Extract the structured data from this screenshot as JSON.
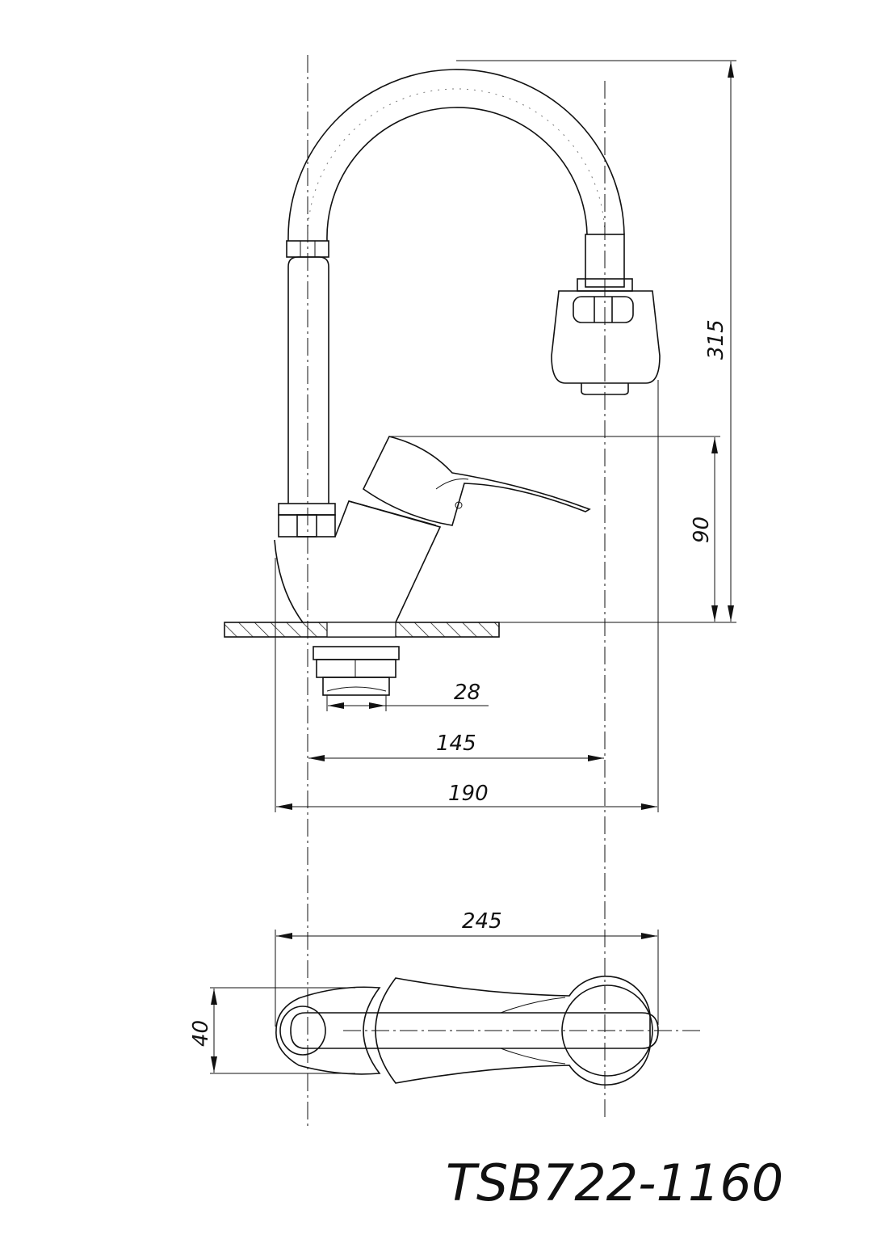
{
  "drawing": {
    "model": "TSB722-1160",
    "dimensions": {
      "height_total": "315",
      "height_lever": "90",
      "thread_diameter": "28",
      "spout_reach": "145",
      "body_to_spout": "190",
      "length_top_view": "245",
      "width_top_view": "40"
    }
  }
}
